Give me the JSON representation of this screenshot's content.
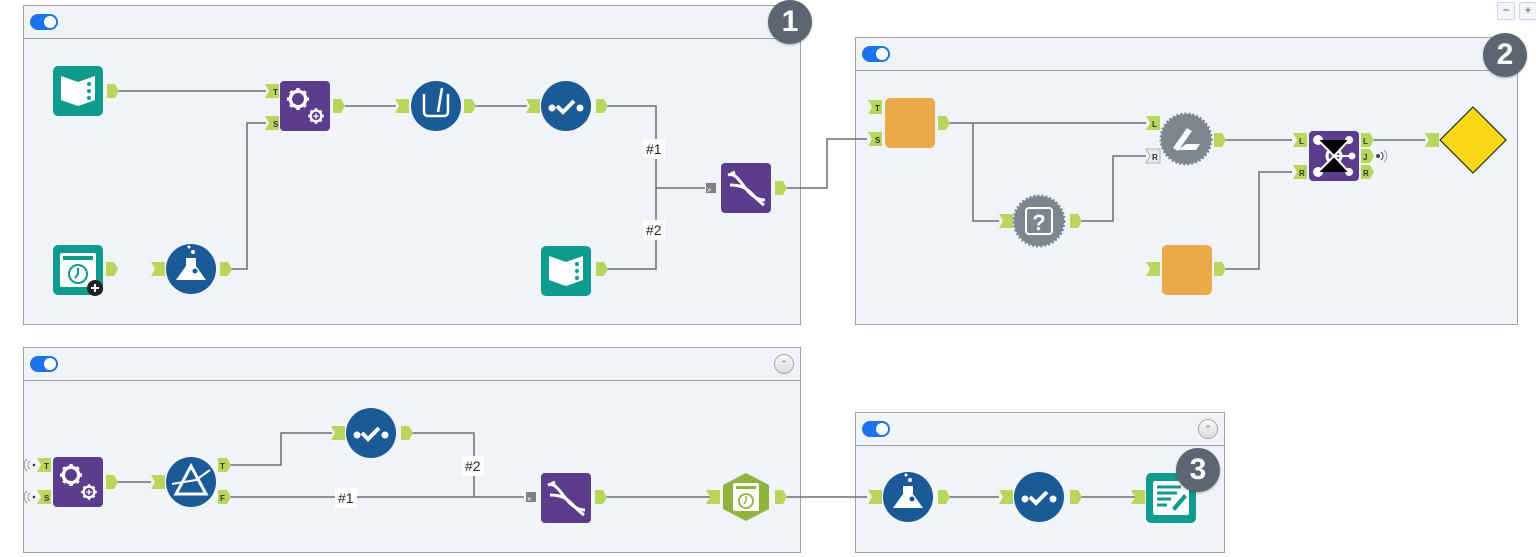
{
  "toolbar": {
    "zoom_out_label": "−",
    "zoom_in_label": "+"
  },
  "containers": [
    {
      "id": "container-1",
      "enabled": true,
      "badge": "1",
      "collapse": false
    },
    {
      "id": "container-2",
      "enabled": true,
      "badge": "2",
      "collapse": false
    },
    {
      "id": "container-3",
      "enabled": true,
      "collapse": true,
      "collapse_label": "⌃"
    },
    {
      "id": "container-4",
      "enabled": true,
      "badge": "3",
      "collapse": true,
      "collapse_label": "⌃"
    }
  ],
  "labels": {
    "c1_hash1": "#1",
    "c1_hash2": "#2",
    "c3_hash1": "#1",
    "c3_hash2": "#2"
  },
  "anchors": {
    "T": "T",
    "S": "S",
    "L": "L",
    "R": "R",
    "J": "J",
    "F": "F"
  },
  "tools": [
    {
      "name": "input-data-tool",
      "icon": "book-icon",
      "color": "#0f9b8e"
    },
    {
      "name": "batch-macro-tool",
      "icon": "gears-plus-icon",
      "color": "#5c3c8c"
    },
    {
      "name": "cleanse-tool",
      "icon": "beaker-icon",
      "color": "#1a5a96"
    },
    {
      "name": "select-tool",
      "icon": "check-dots-icon",
      "color": "#1a5a96"
    },
    {
      "name": "union-tool",
      "icon": "dna-icon",
      "color": "#5c3c8c"
    },
    {
      "name": "directory-tool",
      "icon": "folder-clock-plus-icon",
      "color": "#0f9b8e"
    },
    {
      "name": "formula-tool",
      "icon": "flask-icon",
      "color": "#1a5a96"
    },
    {
      "name": "macro-tool",
      "icon": "orange-square-icon",
      "color": "#eca94a"
    },
    {
      "name": "dynamic-rename-tool",
      "icon": "hand-pen-icon",
      "color": "#7b868e"
    },
    {
      "name": "unknown-tool",
      "icon": "question-icon",
      "color": "#7b868e"
    },
    {
      "name": "join-tool",
      "icon": "network-icon",
      "color": "#5c3c8c"
    },
    {
      "name": "test-tool",
      "icon": "yellow-diamond-icon",
      "color": "#f7d716"
    },
    {
      "name": "filter-tool",
      "icon": "prism-icon",
      "color": "#1a5a96"
    },
    {
      "name": "date-time-tool",
      "icon": "hex-clock-icon",
      "color": "#8fb33f"
    },
    {
      "name": "output-data-tool",
      "icon": "notepad-icon",
      "color": "#0f9b8e"
    }
  ],
  "colors": {
    "anchor": "#b8d65b",
    "wire": "#6e6e6e",
    "toggle": "#1a73e8",
    "badge": "#5b6670"
  }
}
